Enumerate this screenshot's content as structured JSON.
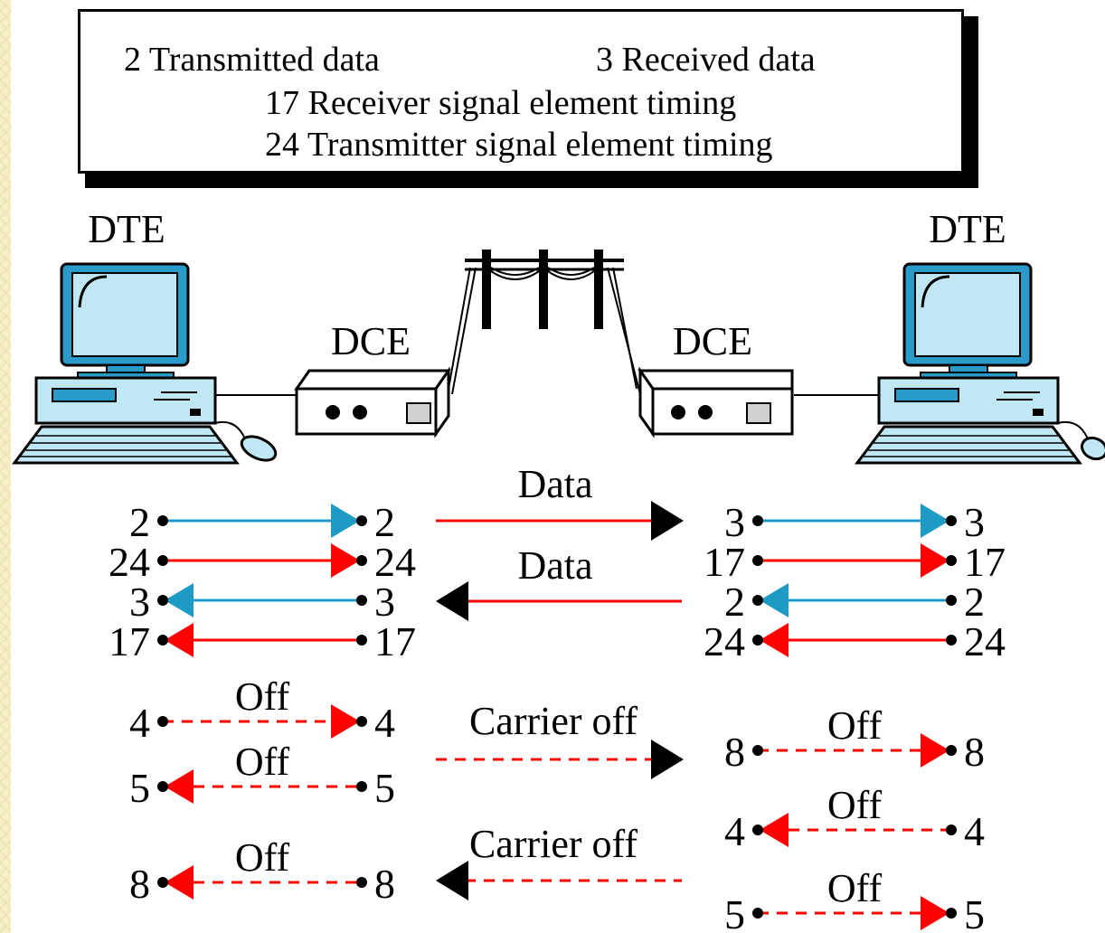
{
  "legend": {
    "pin2": "2 Transmitted data",
    "pin3": "3 Received data",
    "pin17": "17 Receiver signal element timing",
    "pin24": "24 Transmitter signal element timing"
  },
  "devices": {
    "dte_left": "DTE",
    "dte_right": "DTE",
    "dce_left": "DCE",
    "dce_right": "DCE"
  },
  "labels": {
    "data_forward": "Data",
    "data_backward": "Data",
    "carrier_off_forward": "Carrier off",
    "carrier_off_backward": "Carrier off",
    "off": "Off"
  },
  "pins": {
    "left_dte": [
      "2",
      "24",
      "3",
      "17",
      "4",
      "5",
      "8"
    ],
    "left_dce": [
      "2",
      "24",
      "3",
      "17",
      "4",
      "5",
      "8"
    ],
    "right_dce": [
      "3",
      "17",
      "2",
      "24",
      "8",
      "4",
      "5"
    ],
    "right_dte": [
      "3",
      "17",
      "2",
      "24",
      "8",
      "4",
      "5"
    ]
  },
  "colors": {
    "transmit_blue": "#1e9bc4",
    "signal_red": "#ff0000",
    "monitor_screen": "#bfe8f4",
    "monitor_frame": "#2a9ac8",
    "modem_body": "#ffffff",
    "background": "#f7efc9"
  }
}
